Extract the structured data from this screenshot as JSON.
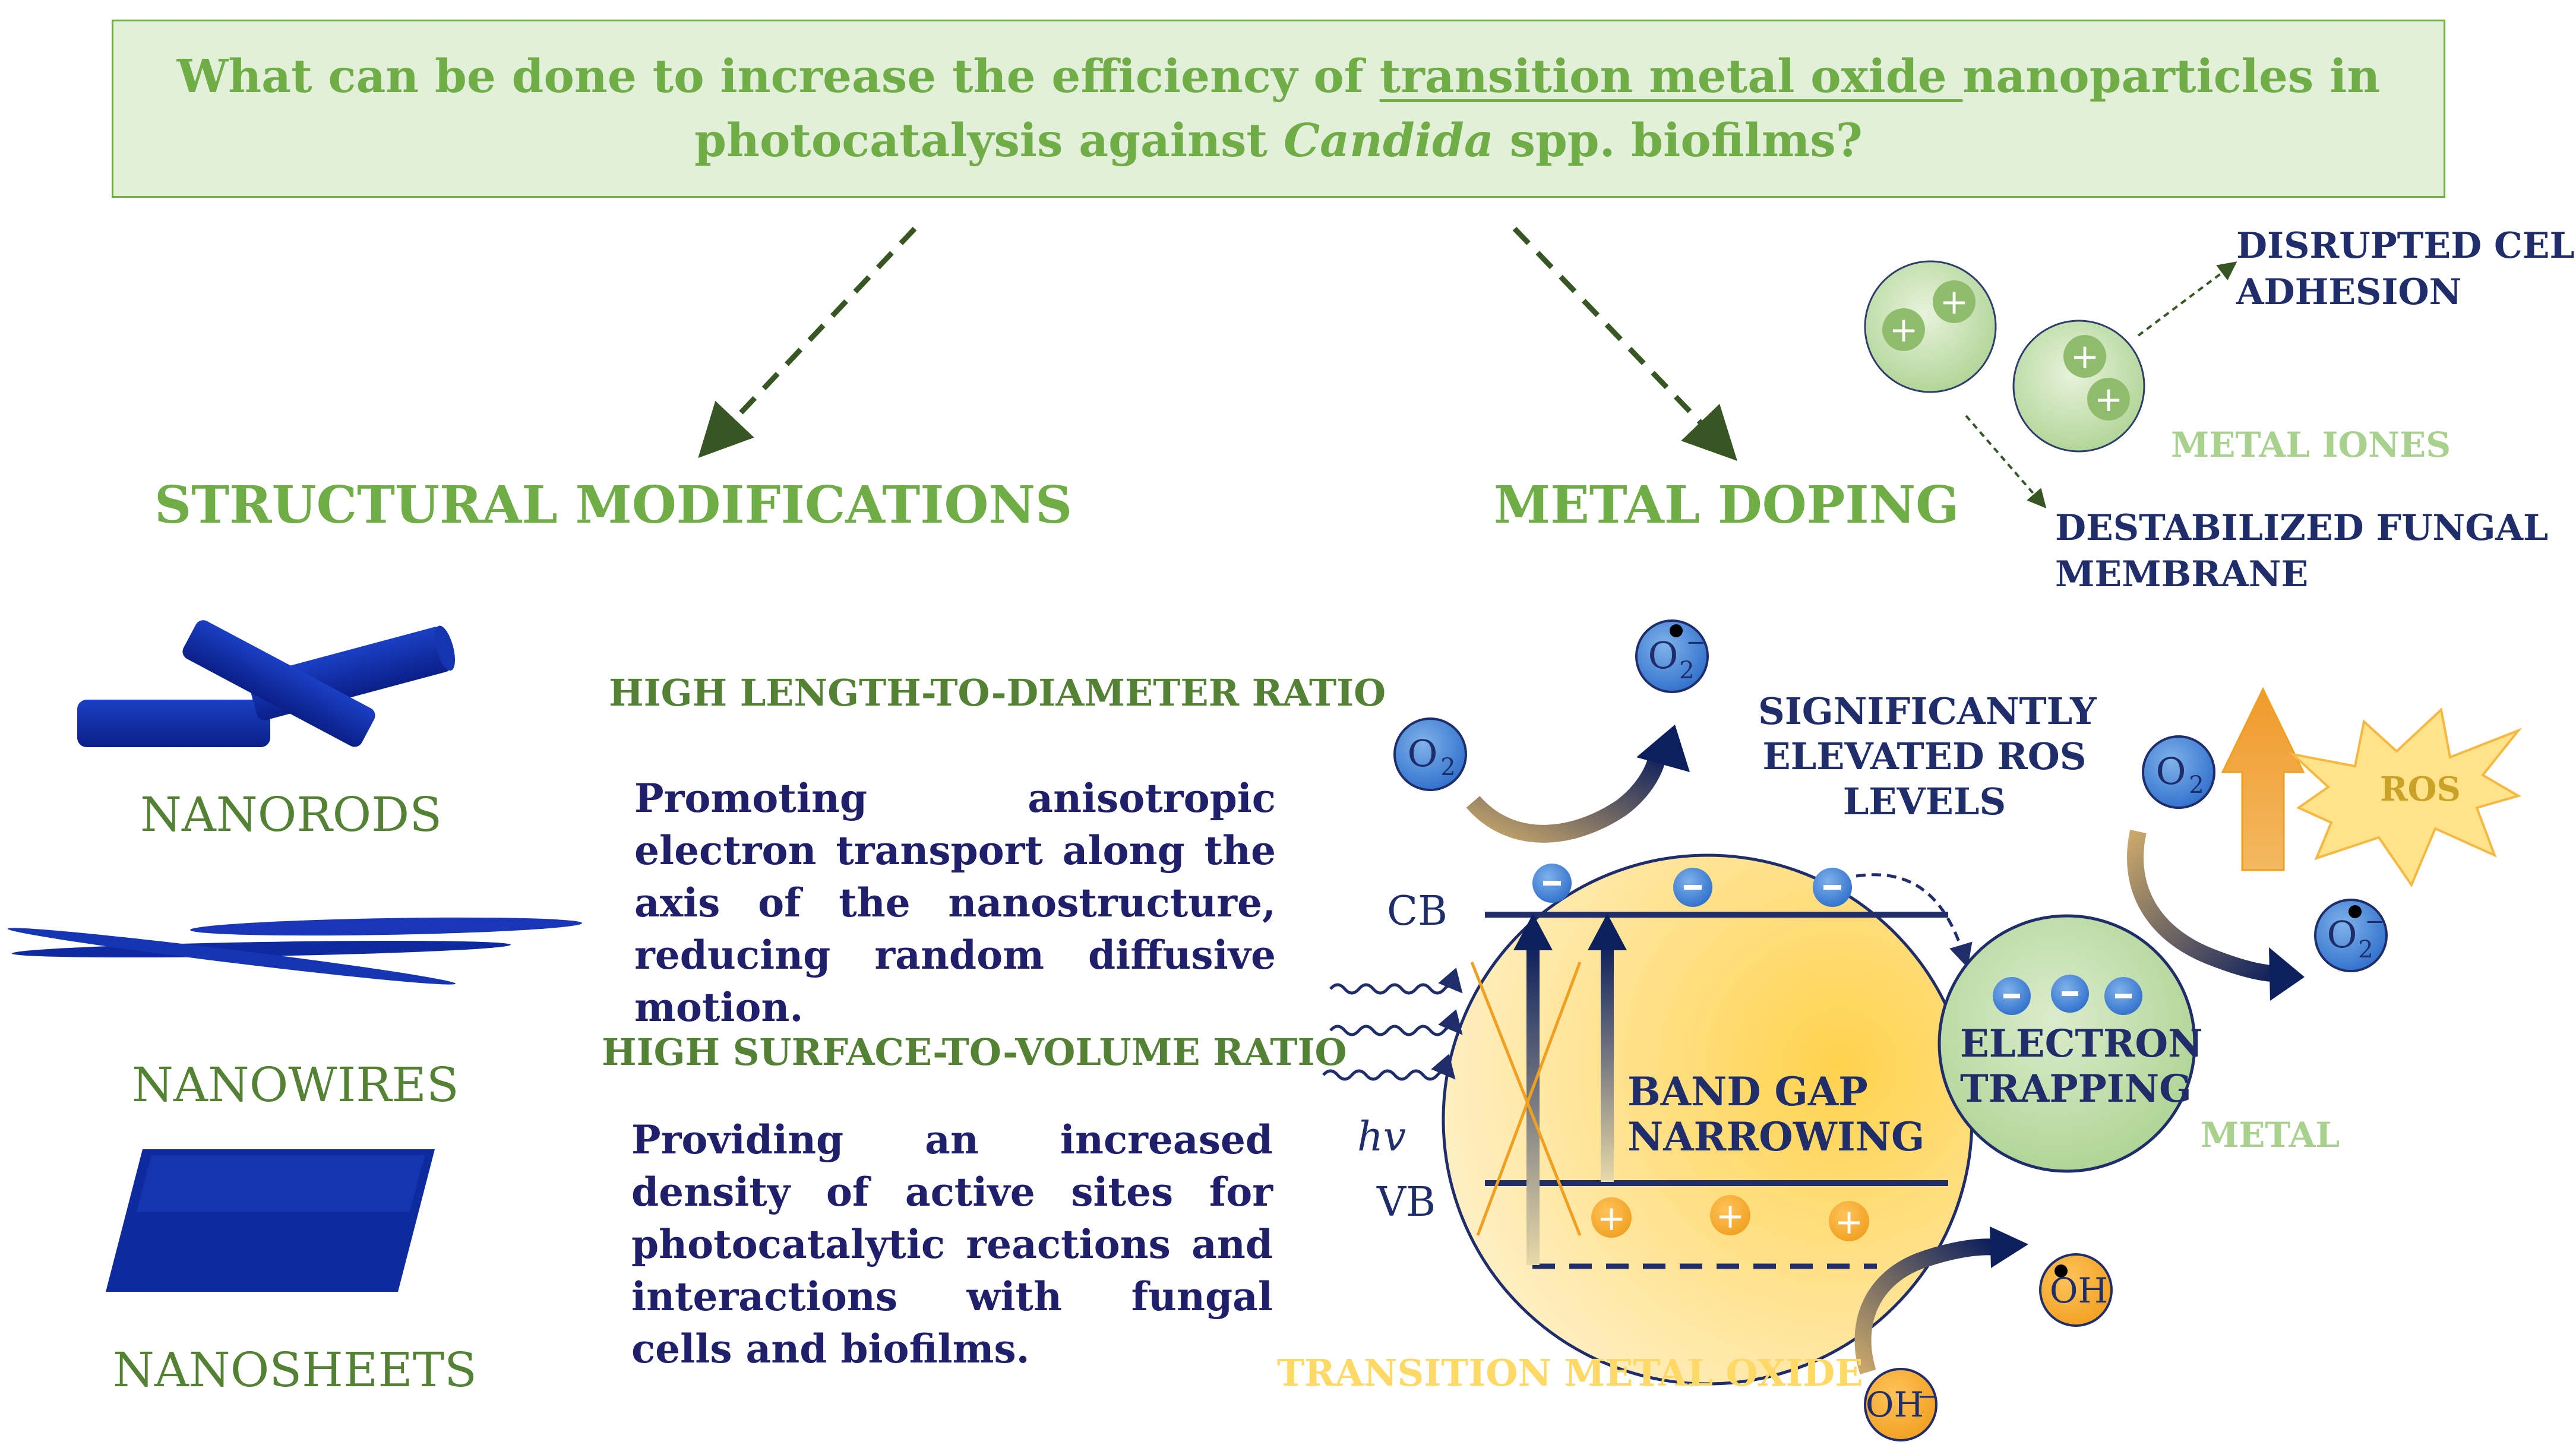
{
  "question": {
    "line1_prefix": "What can be done to increase the efficiency of ",
    "line1_underlined": "transition metal oxide ",
    "line1_suffix": "nanoparticles in",
    "line2_prefix": "photocatalysis against ",
    "line2_italic": "Candida",
    "line2_suffix": " spp. biofilms?"
  },
  "structural": {
    "heading": "STRUCTURAL MODIFICATIONS",
    "nanorods": "NANORODS",
    "nanowires": "NANOWIRES",
    "nanosheets": "NANOSHEETS",
    "ratio1_title": "HIGH LENGTH-TO-DIAMETER RATIO",
    "ratio1_text": "Promoting anisotropic electron transport along the axis of the nanostructure, reducing random diffusive motion.",
    "ratio2_title": "HIGH SURFACE-TO-VOLUME RATIO",
    "ratio2_text": "Providing an increased density of active sites for photocatalytic reactions and interactions with fungal cells and biofilms."
  },
  "doping": {
    "heading": "METAL DOPING",
    "disrupted_line1": "DISRUPTED CELL",
    "disrupted_line2": "ADHESION",
    "metal_iones": "METAL  IONES",
    "destabilized_line1": "DESTABILIZED FUNGAL",
    "destabilized_line2": "MEMBRANE",
    "ros_line1": "SIGNIFICANTLY",
    "ros_line2": "ELEVATED ROS",
    "ros_line3": "LEVELS",
    "cb": "CB",
    "vb": "VB",
    "hv": "hv",
    "band_gap_line1": "BAND GAP",
    "band_gap_line2": "NARROWING",
    "electron_line1": "ELECTRON",
    "electron_line2": "TRAPPING",
    "metal": "METAL",
    "ros_burst": "ROS",
    "transition_metal_oxide": "TRANSITION METAL OXIDE",
    "o2_base": "O",
    "o2_sub": "2",
    "superoxide_sub": "2",
    "superoxide_sup": "−",
    "oh_radical": "OH",
    "oh_ion": "OH",
    "oh_ion_sup": "−"
  },
  "colors": {
    "green_text": "#70ad47",
    "navy": "#1f2d6b",
    "nanostructure_blue": "#0d2a9e",
    "oxide_yellow": "#ffd966",
    "metal_green": "#a9d18e",
    "ros_orange": "#f4a83a"
  }
}
